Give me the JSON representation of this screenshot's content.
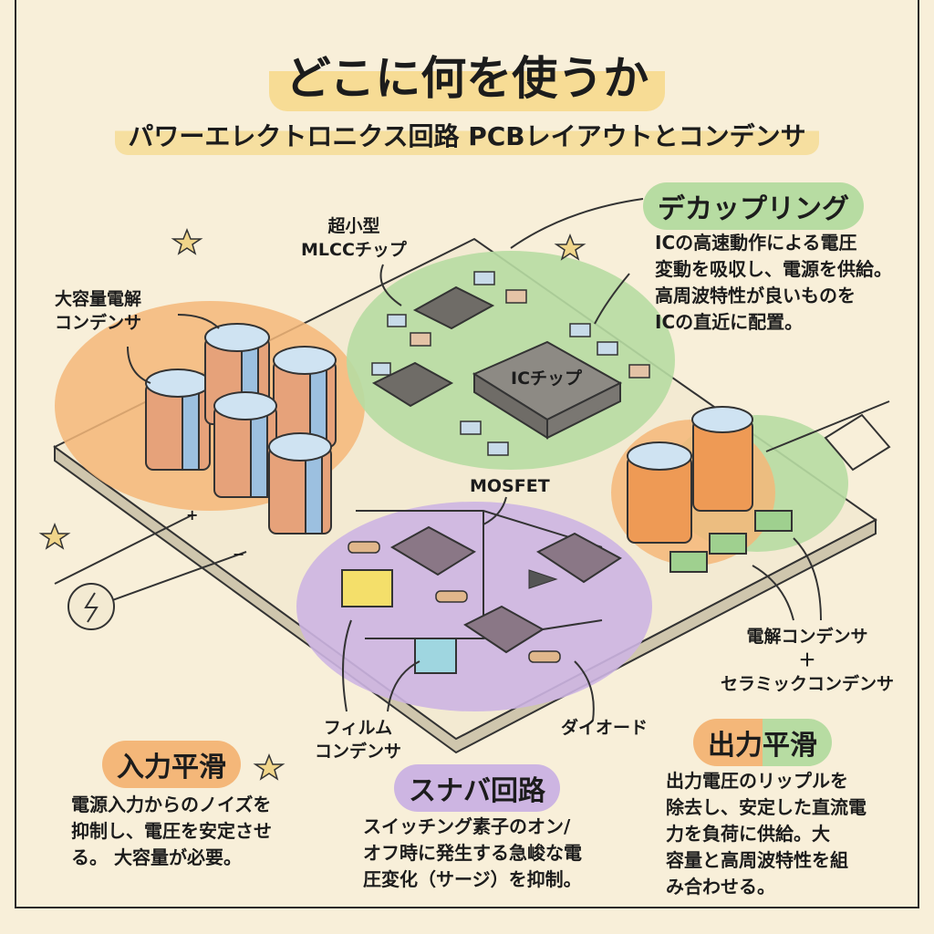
{
  "title": "どこに何を使うか",
  "subtitle": "パワーエレクトロニクス回路 PCBレイアウトとコンデンサ",
  "colors": {
    "background": "#f8efd9",
    "input_zone": "#f4b779",
    "decoupling_zone": "#b7dca2",
    "snubber_zone": "#cdb5e2",
    "output_zone": "#f4b779",
    "title_highlight": "#f7dc95"
  },
  "callouts": {
    "decoupling": {
      "title": "デカップリング",
      "text": "ICの高速動作による電圧\n変動を吸収し、電源を供給。\n高周波特性が良いものを\nICの直近に配置。"
    },
    "input": {
      "title": "入力平滑",
      "text": "電源入力からのノイズを\n抑制し、電圧を安定させ\nる。 大容量が必要。"
    },
    "snubber": {
      "title": "スナバ回路",
      "text": "スイッチング素子のオン/\nオフ時に発生する急峻な電\n圧変化（サージ）を抑制。"
    },
    "output": {
      "title_a": "出力",
      "title_b": "平滑",
      "text": "出力電圧のリップルを\n除去し、安定した直流電\n力を負荷に供給。大\n容量と高周波特性を組\nみ合わせる。"
    }
  },
  "labels": {
    "mlcc": "超小型\nMLCCチップ",
    "electrolytic_large": "大容量電解\nコンデンサ",
    "ic_chip": "ICチップ",
    "mosfet": "MOSFET",
    "film": "フィルム\nコンデンサ",
    "diode": "ダイオード",
    "combo": "電解コンデンサ\n＋\nセラミックコンデンサ",
    "plus": "+",
    "minus": "−"
  }
}
